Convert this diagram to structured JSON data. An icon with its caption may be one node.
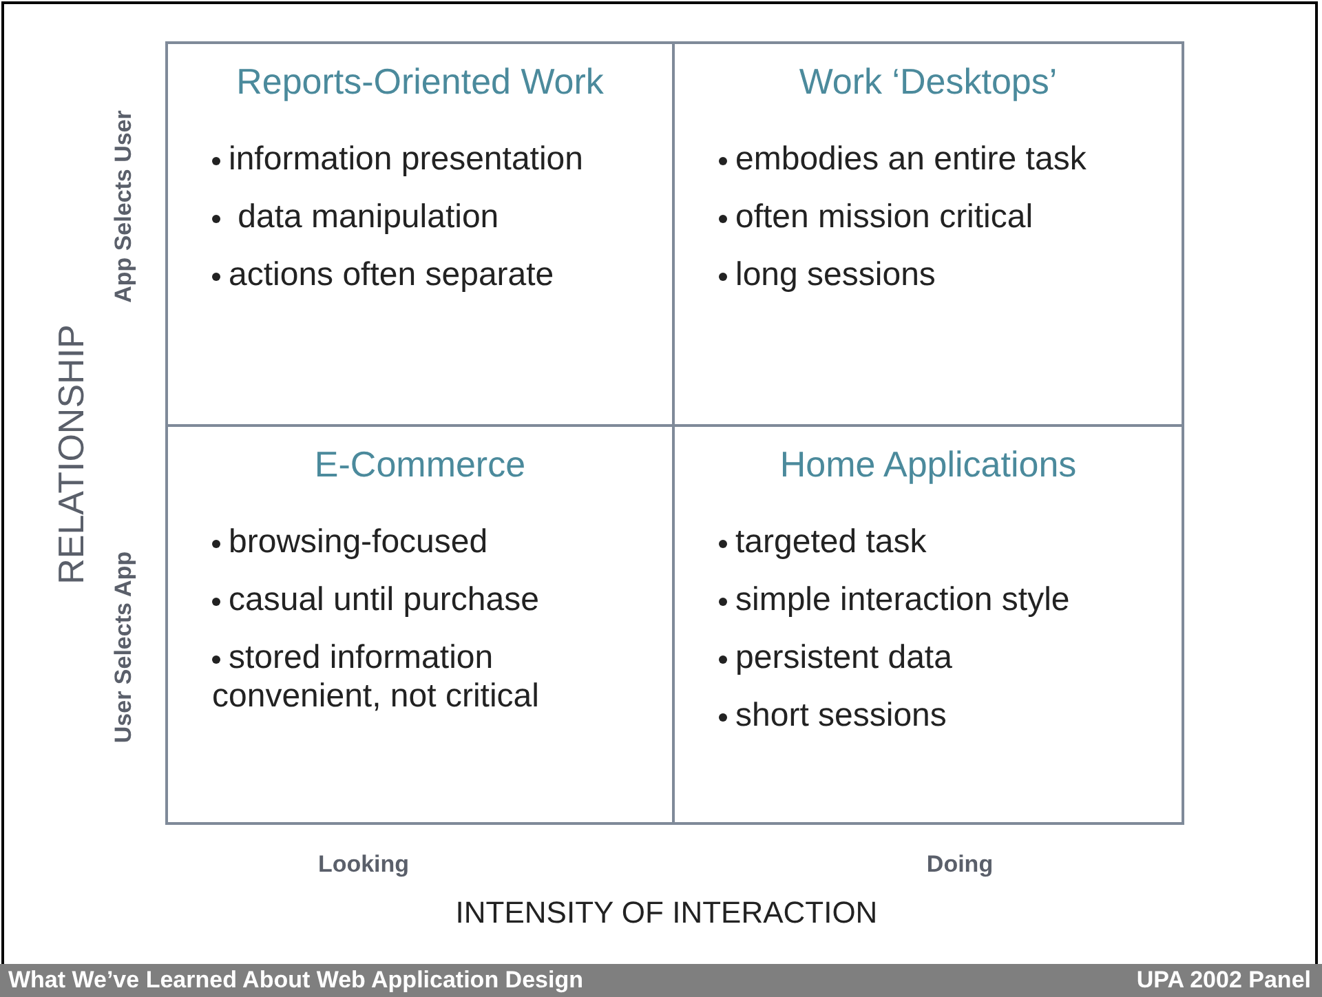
{
  "diagram": {
    "nodes": [
      {
        "text": [
          "Reports-Oriented Work",
          "information presentation",
          " data manipulation",
          "actions often separate"
        ]
      },
      {
        "text": [
          "Work ‘Desktops’",
          "embodies an entire task",
          "often mission critical",
          "long sessions"
        ]
      },
      {
        "text": [
          "E-Commerce",
          "browsing-focused",
          "casual until purchase",
          "stored information convenient, not critical"
        ]
      },
      {
        "text": [
          "Home Applications",
          "targeted task",
          "simple interaction style",
          "persistent data",
          "short sessions"
        ]
      }
    ],
    "labels": [
      "RELATIONSHIP",
      "App Selects User",
      "User Selects App",
      "Looking",
      "Doing",
      "INTENSITY OF INTERACTION",
      "What We’ve Learned About Web Application Design",
      "UPA 2002 Panel"
    ]
  }
}
